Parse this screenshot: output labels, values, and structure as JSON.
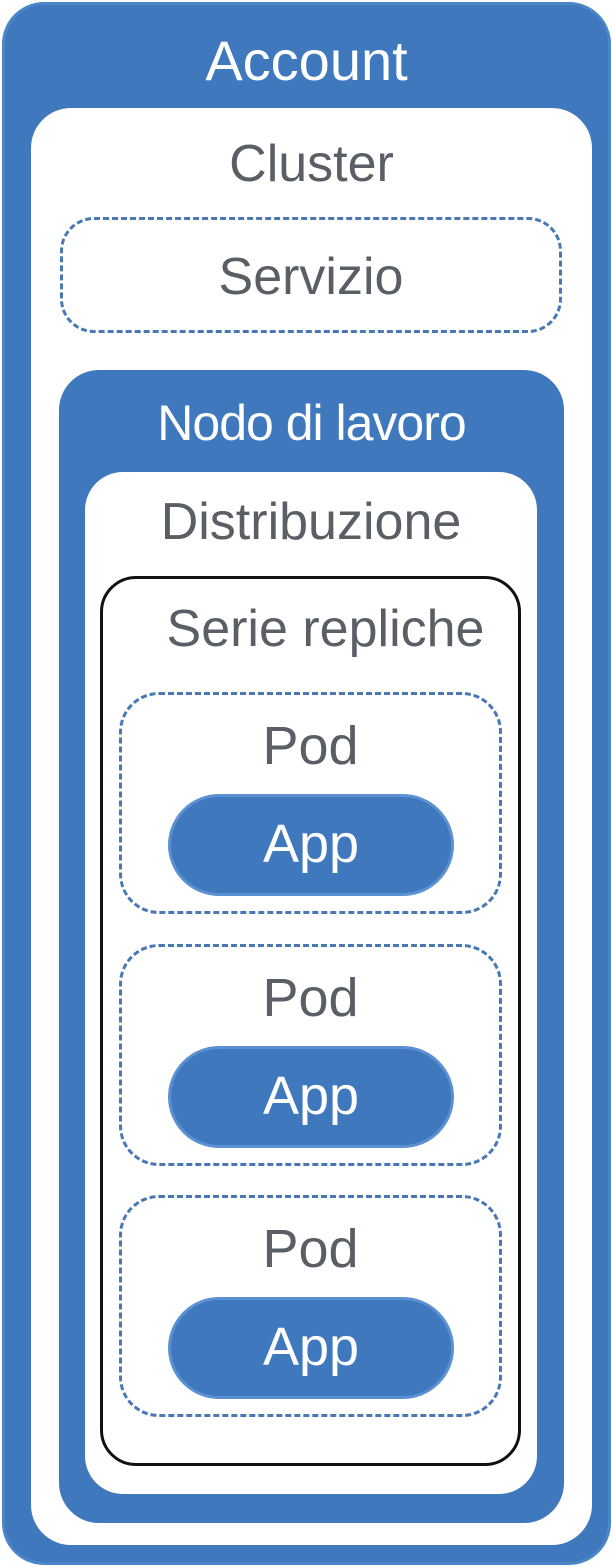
{
  "account": {
    "label": "Account"
  },
  "cluster": {
    "label": "Cluster"
  },
  "servizio": {
    "label": "Servizio"
  },
  "nodo": {
    "label": "Nodo di lavoro"
  },
  "distribuzione": {
    "label": "Distribuzione"
  },
  "serie": {
    "label": "Serie repliche"
  },
  "pods": [
    {
      "label": "Pod",
      "app": "App"
    },
    {
      "label": "Pod",
      "app": "App"
    },
    {
      "label": "Pod",
      "app": "App"
    }
  ],
  "colors": {
    "primary_blue": "#3f78bd",
    "text_gray": "#5a5f66",
    "dash_blue": "#4a78b5",
    "replica_border": "#111111"
  }
}
